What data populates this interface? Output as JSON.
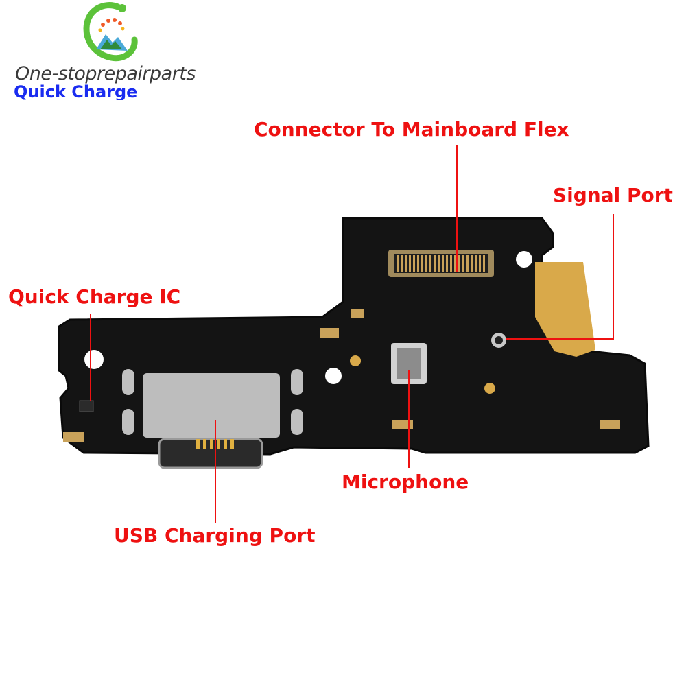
{
  "brand": {
    "name": "One-stoprepairparts",
    "tagline": "Quick Charge",
    "logo_icon": "mountain-sun-swirl-logo",
    "colors": {
      "text": "#3a3a3a",
      "tagline": "#1a2cf0",
      "logo_green": "#5cc23a"
    }
  },
  "callouts": {
    "color": "#ee1111",
    "connector": "Connector To Mainboard Flex",
    "signal": "Signal Port",
    "quick_charge_ic": "Quick Charge IC",
    "microphone": "Microphone",
    "usb": "USB Charging Port"
  },
  "board": {
    "colors": {
      "pcb": "#141414",
      "gold": "#d9a94a",
      "metal": "#b9b9b9"
    },
    "icons": [
      "pcb-board",
      "flex-connector",
      "usb-c-port",
      "microphone-component",
      "signal-antenna-port",
      "quick-charge-chip"
    ]
  }
}
